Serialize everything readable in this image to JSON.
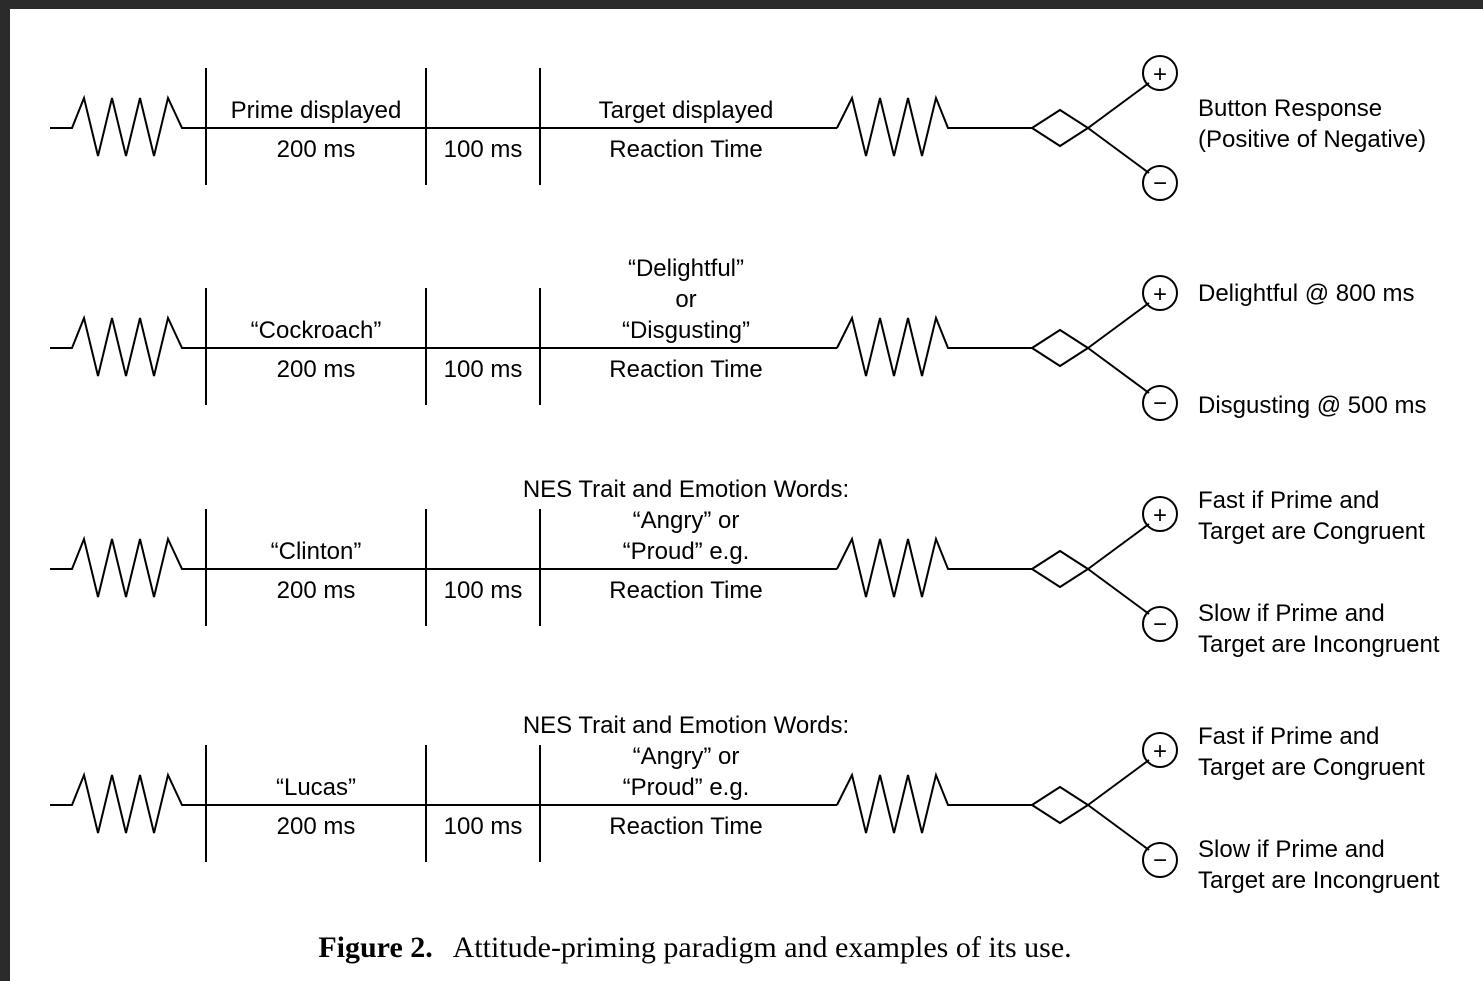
{
  "rows": [
    {
      "prime_lines": [
        "Prime displayed"
      ],
      "prime_duration": "200 ms",
      "gap_duration": "100 ms",
      "target_lines": [
        "Target displayed"
      ],
      "target_sub": "Reaction Time",
      "response_top": [
        "Button Response",
        "(Positive of Negative)"
      ],
      "response_bottom": []
    },
    {
      "prime_lines": [
        "“Cockroach”"
      ],
      "prime_duration": "200 ms",
      "gap_duration": "100 ms",
      "target_lines": [
        "“Delightful”",
        "or",
        "“Disgusting”"
      ],
      "target_sub": "Reaction Time",
      "response_top": [
        "Delightful @ 800 ms"
      ],
      "response_bottom": [
        "Disgusting @ 500 ms"
      ]
    },
    {
      "prime_lines": [
        "“Clinton”"
      ],
      "prime_duration": "200 ms",
      "gap_duration": "100 ms",
      "target_lines": [
        "NES Trait and Emotion Words:",
        "“Angry” or",
        "“Proud” e.g."
      ],
      "target_sub": "Reaction Time",
      "response_top": [
        "Fast if Prime and",
        "Target are Congruent"
      ],
      "response_bottom": [
        "Slow if Prime and",
        "Target are Incongruent"
      ]
    },
    {
      "prime_lines": [
        "“Lucas”"
      ],
      "prime_duration": "200 ms",
      "gap_duration": "100 ms",
      "target_lines": [
        "NES Trait and Emotion Words:",
        "“Angry” or",
        "“Proud” e.g."
      ],
      "target_sub": "Reaction Time",
      "response_top": [
        "Fast if Prime and",
        "Target are Congruent"
      ],
      "response_bottom": [
        "Slow if Prime and",
        "Target are Incongruent"
      ]
    }
  ],
  "symbols": {
    "positive": "+",
    "negative": "−"
  },
  "caption": {
    "label": "Figure 2.",
    "text": "Attitude-priming paradigm and examples of its use."
  }
}
